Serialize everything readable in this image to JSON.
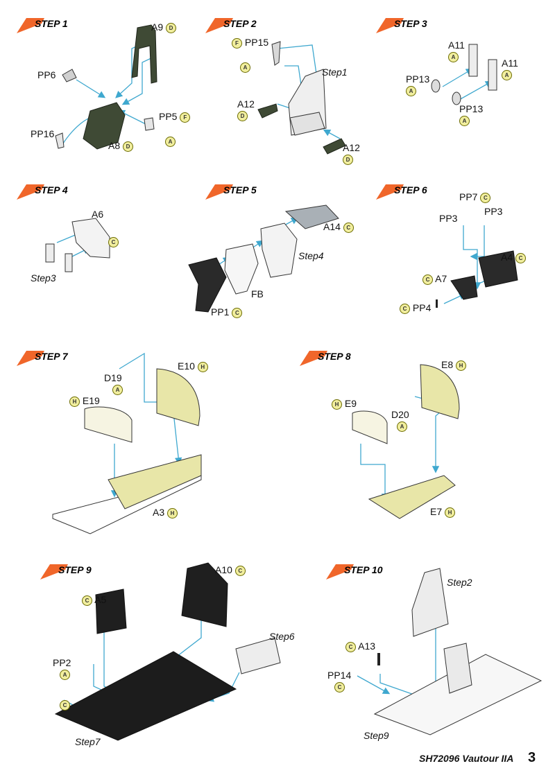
{
  "colors": {
    "flag": "#f0662a",
    "guide": "#3fa8cf",
    "green": "#3f4a35",
    "sand": "#e8e6a8",
    "badge": "#f1ee9e"
  },
  "steps": [
    {
      "label": "STEP 1",
      "parts": [
        {
          "t": "A9",
          "b": "D"
        },
        {
          "t": "PP6"
        },
        {
          "t": "PP16"
        },
        {
          "t": "PP5",
          "b": "F"
        },
        {
          "t": "A8",
          "b": "D"
        }
      ],
      "badges": [
        "A"
      ]
    },
    {
      "label": "STEP 2",
      "parts": [
        {
          "t": "PP15",
          "b": "F"
        },
        {
          "t": "A12",
          "b": "D"
        },
        {
          "t": "A12",
          "b": "D"
        }
      ],
      "badges": [
        "A"
      ],
      "refs": [
        "Step1"
      ]
    },
    {
      "label": "STEP 3",
      "parts": [
        {
          "t": "A11",
          "b": "A"
        },
        {
          "t": "A11",
          "b": "A"
        },
        {
          "t": "PP13",
          "b": "A"
        },
        {
          "t": "PP13",
          "b": "A"
        }
      ]
    },
    {
      "label": "STEP 4",
      "parts": [
        {
          "t": "A6",
          "b": "C"
        }
      ],
      "refs": [
        "Step3"
      ]
    },
    {
      "label": "STEP 5",
      "parts": [
        {
          "t": "A14",
          "b": "C"
        },
        {
          "t": "FB"
        },
        {
          "t": "PP1",
          "b": "C"
        }
      ],
      "refs": [
        "Step4"
      ]
    },
    {
      "label": "STEP 6",
      "parts": [
        {
          "t": "PP7",
          "b": "C"
        },
        {
          "t": "PP3"
        },
        {
          "t": "PP3"
        },
        {
          "t": "A4",
          "b": "C"
        },
        {
          "t": "A7",
          "b": "C"
        },
        {
          "t": "PP4",
          "b": "C"
        }
      ]
    },
    {
      "label": "STEP 7",
      "parts": [
        {
          "t": "E10",
          "b": "H"
        },
        {
          "t": "D19",
          "b": "A"
        },
        {
          "t": "E19",
          "b": "H"
        },
        {
          "t": "A3",
          "b": "H"
        }
      ]
    },
    {
      "label": "STEP 8",
      "parts": [
        {
          "t": "E8",
          "b": "H"
        },
        {
          "t": "E9",
          "b": "H"
        },
        {
          "t": "D20",
          "b": "A"
        },
        {
          "t": "E7",
          "b": "H"
        }
      ]
    },
    {
      "label": "STEP 9",
      "parts": [
        {
          "t": "A10",
          "b": "C"
        },
        {
          "t": "A5",
          "b": "C"
        },
        {
          "t": "PP2",
          "b": "A"
        },
        {
          "t": "C"
        }
      ],
      "refs": [
        "Step6",
        "Step7"
      ]
    },
    {
      "label": "STEP 10",
      "parts": [
        {
          "t": "A13",
          "b": "C"
        },
        {
          "t": "PP14",
          "b": "C"
        }
      ],
      "refs": [
        "Step2",
        "Step9"
      ]
    }
  ],
  "footer": {
    "title": "SH72096 Vautour IIA",
    "page": "3"
  }
}
